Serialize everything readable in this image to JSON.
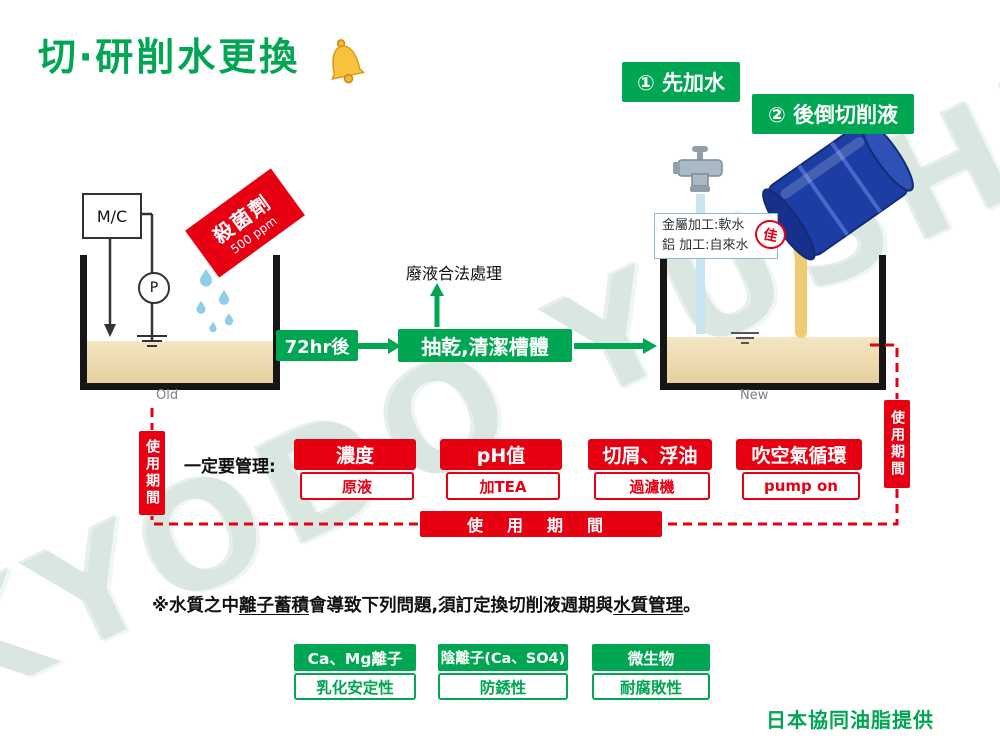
{
  "title": "切‧研削水更換",
  "watermark": "KYODO YUSHI",
  "steps": {
    "step1": "① 先加水",
    "step2": "② 後倒切削液"
  },
  "left": {
    "mc": "M/C",
    "pump": "P",
    "sterilizer_name": "殺菌劑",
    "sterilizer_dose": "500 ppm",
    "tank_label": "Old"
  },
  "flow": {
    "wait": "72hr後",
    "clean": "抽乾,清潔槽體",
    "waste": "廢液合法處理"
  },
  "right": {
    "tank_label": "New",
    "note_line1": "金屬加工:軟水",
    "note_line2": "鋁 加工:自來水",
    "badge": "佳"
  },
  "period": {
    "vertical_left": "使用期間",
    "vertical_right": "使用期間",
    "bar": "使用期間"
  },
  "manage": {
    "label": "一定要管理:",
    "items": [
      {
        "title": "濃度",
        "sub": "原液"
      },
      {
        "title": "pH值",
        "sub": "加TEA"
      },
      {
        "title": "切屑、浮油",
        "sub": "過濾機"
      },
      {
        "title": "吹空氣循環",
        "sub": "pump on"
      }
    ]
  },
  "note": {
    "p1": "※水質之中",
    "u1": "離子蓄積",
    "p2": "會導致下列問題,須訂定換切削液週期與",
    "u2": "水質管理",
    "p3": "。"
  },
  "problems": [
    {
      "title": "Ca、Mg離子",
      "sub": "乳化安定性"
    },
    {
      "title": "陰離子(Ca、SO4)",
      "sub": "防銹性"
    },
    {
      "title": "微生物",
      "sub": "耐腐敗性"
    }
  ],
  "footer": "日本協同油脂提供",
  "colors": {
    "green": "#00A651",
    "red": "#E60012",
    "drum_blue": "#1C3DA3",
    "liquid": "#EADAA9"
  }
}
